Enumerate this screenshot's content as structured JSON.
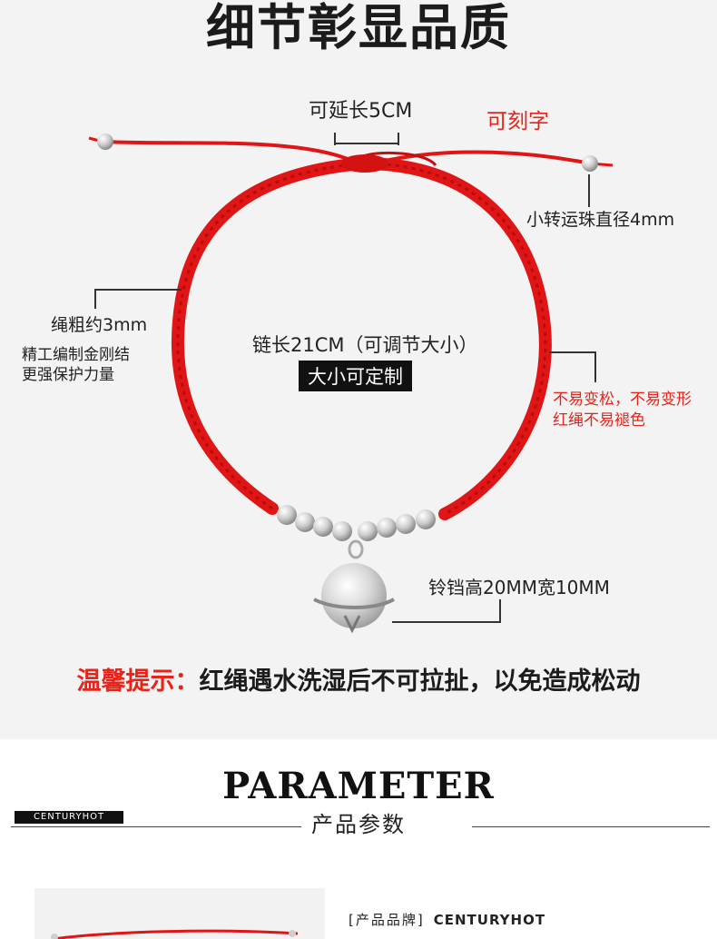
{
  "header": {
    "title": "细节彰显品质"
  },
  "annotations": {
    "extend": "可延长5CM",
    "engrave": "可刻字",
    "bead": "小转运珠直径4mm",
    "rope_thickness": "绳粗约3mm",
    "weave_line1": "精工编制金刚结",
    "weave_line2": "更强保护力量",
    "chain_length": "链长21CM（可调节大小）",
    "custom_badge": "大小可定制",
    "durability_line1": "不易变松，不易变形",
    "durability_line2": "红绳不易褪色",
    "bell_size": "铃铛高20MM宽10MM"
  },
  "tip": {
    "prefix": "温馨提示：",
    "text": "红绳遇水洗湿后不可拉扯，以免造成松动"
  },
  "parameter": {
    "title_en": "PARAMETER",
    "title_cn": "产品参数",
    "tag": "CENTURYHOT",
    "brand_key": "[产品品牌]",
    "brand_value": "CENTURYHOT"
  },
  "colors": {
    "rope": "#e01515",
    "accent_text": "#e8231a",
    "background": "#f3f3f3"
  },
  "icons": {
    "bell": "silver-bell-icon",
    "bead": "silver-bead-icon"
  }
}
